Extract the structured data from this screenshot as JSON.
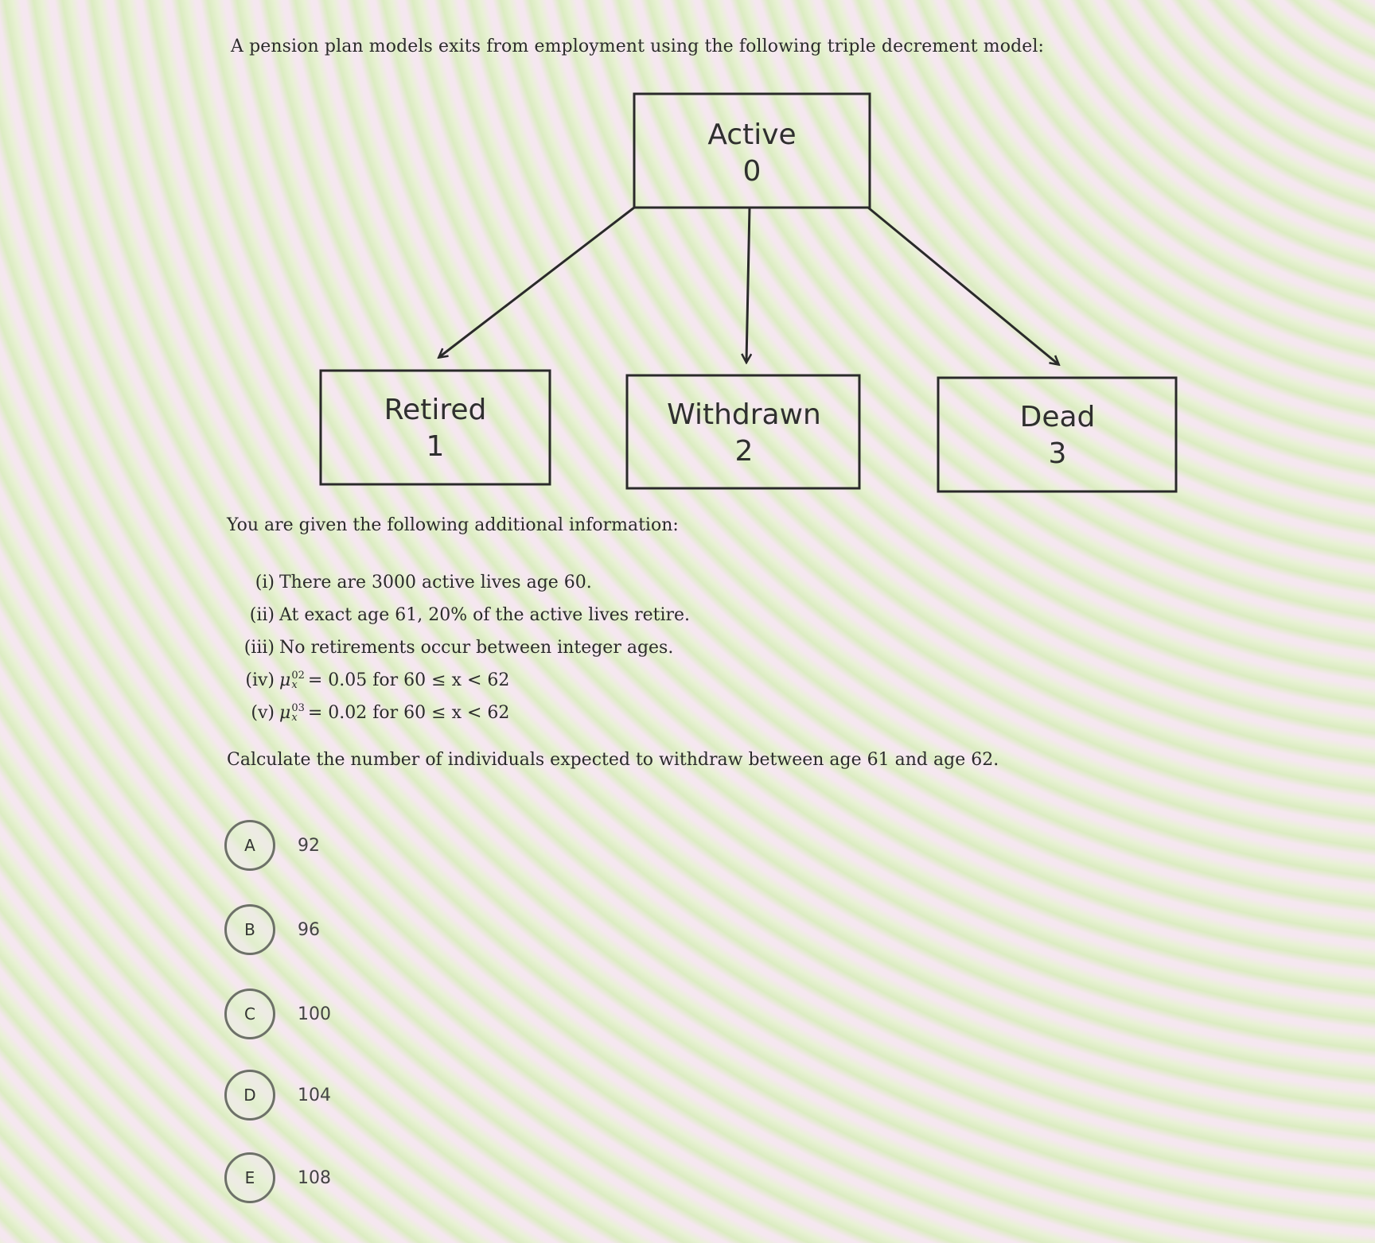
{
  "question": {
    "intro": "A pension plan models exits from employment using the following triple decrement model:",
    "given_intro": "You are given the following additional information:",
    "facts": [
      {
        "num": "(i)",
        "text": "There are 3000 active lives age 60."
      },
      {
        "num": "(ii)",
        "text": "At exact age 61, 20% of the active lives retire."
      },
      {
        "num": "(iii)",
        "text": "No retirements occur between integer ages."
      },
      {
        "num": "(iv)",
        "mu": "μ",
        "sup": "02",
        "sub": "x",
        "rest": "= 0.05 for 60 ≤ x < 62"
      },
      {
        "num": "(v)",
        "mu": "μ",
        "sup": "03",
        "sub": "x",
        "rest": "= 0.02 for 60 ≤ x < 62"
      }
    ],
    "prompt": "Calculate the number of individuals expected to withdraw between age 61 and age 62."
  },
  "diagram": {
    "states": [
      {
        "name": "Active",
        "index": "0"
      },
      {
        "name": "Retired",
        "index": "1"
      },
      {
        "name": "Withdrawn",
        "index": "2"
      },
      {
        "name": "Dead",
        "index": "3"
      }
    ]
  },
  "options": [
    {
      "letter": "A",
      "value": "92"
    },
    {
      "letter": "B",
      "value": "96"
    },
    {
      "letter": "C",
      "value": "100"
    },
    {
      "letter": "D",
      "value": "104"
    },
    {
      "letter": "E",
      "value": "108"
    }
  ]
}
